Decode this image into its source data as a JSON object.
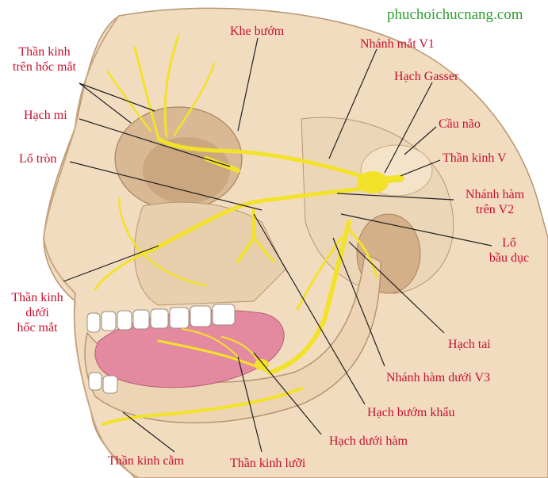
{
  "watermark": "phuchoichucnang.com",
  "colors": {
    "label": "#c8102e",
    "nerve": "#f2e22a",
    "bone": "#f1dcc0",
    "tongue": "#e48aa0",
    "watermark": "#2ea02e"
  },
  "labels": {
    "than_kinh_tren_hoc_mat_1": "Thần kinh",
    "than_kinh_tren_hoc_mat_2": "trên hốc mắt",
    "khe_buom": "Khe bướm",
    "nhanh_mat_v1": "Nhánh mắt V1",
    "hach_gasser": "Hạch Gasser",
    "hach_mi": "Hạch mi",
    "cau_nao": "Cầu não",
    "lo_tron": "Lổ tròn",
    "than_kinh_v": "Thần kinh V",
    "nhanh_ham_tren_1": "Nhánh hàm",
    "nhanh_ham_tren_2": "trên V2",
    "lo_bau_duc_1": "Lổ",
    "lo_bau_duc_2": "bầu dục",
    "than_kinh_duoi_hoc_mat_1": "Thần kinh",
    "than_kinh_duoi_hoc_mat_2": "dưới",
    "than_kinh_duoi_hoc_mat_3": "hốc mắt",
    "hach_tai": "Hạch tai",
    "nhanh_ham_duoi_v3": "Nhánh hàm dưới V3",
    "hach_buom_khau": "Hạch bướm khẩu",
    "hach_duoi_ham": "Hạch dưới hàm",
    "than_kinh_cam": "Thần kinh cằm",
    "than_kinh_luoi": "Thần kinh lưỡi"
  }
}
